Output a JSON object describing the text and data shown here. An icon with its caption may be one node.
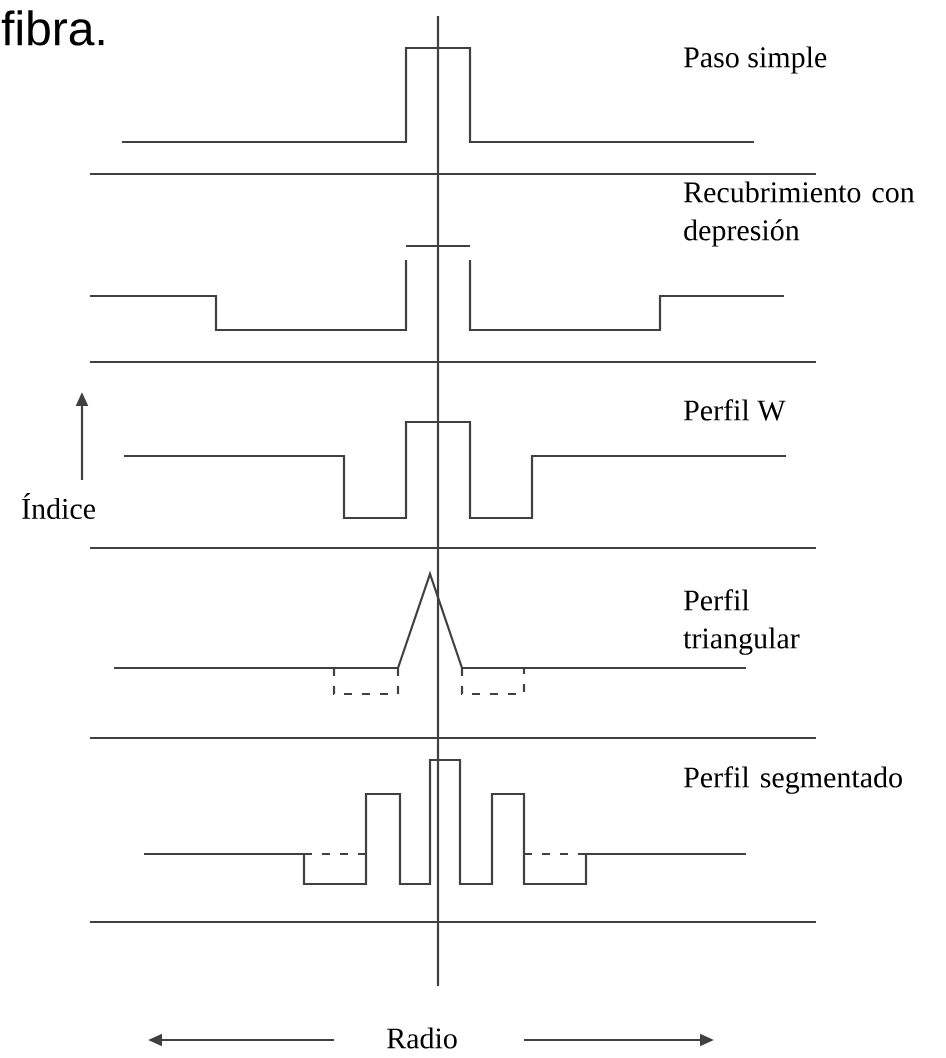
{
  "diagram": {
    "labels": [
      "fibra.",
      "Paso simple",
      "Recubrimiento con depresión",
      "Perfil W",
      "Índice",
      "Perfil triangular",
      "Perfil segmentado",
      "Radio"
    ]
  }
}
